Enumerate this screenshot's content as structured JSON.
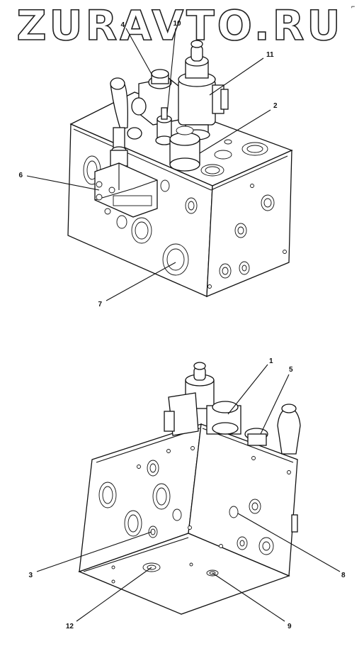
{
  "watermark": "ZURAVTO.RU",
  "corner_mark": "⌐",
  "callouts_top": {
    "c4": "4",
    "c10": "10",
    "c11": "11",
    "c2": "2",
    "c6": "6",
    "c7": "7"
  },
  "callouts_bottom": {
    "c1": "1",
    "c5": "5",
    "c3": "3",
    "c8": "8",
    "c12": "12",
    "c9": "9"
  }
}
